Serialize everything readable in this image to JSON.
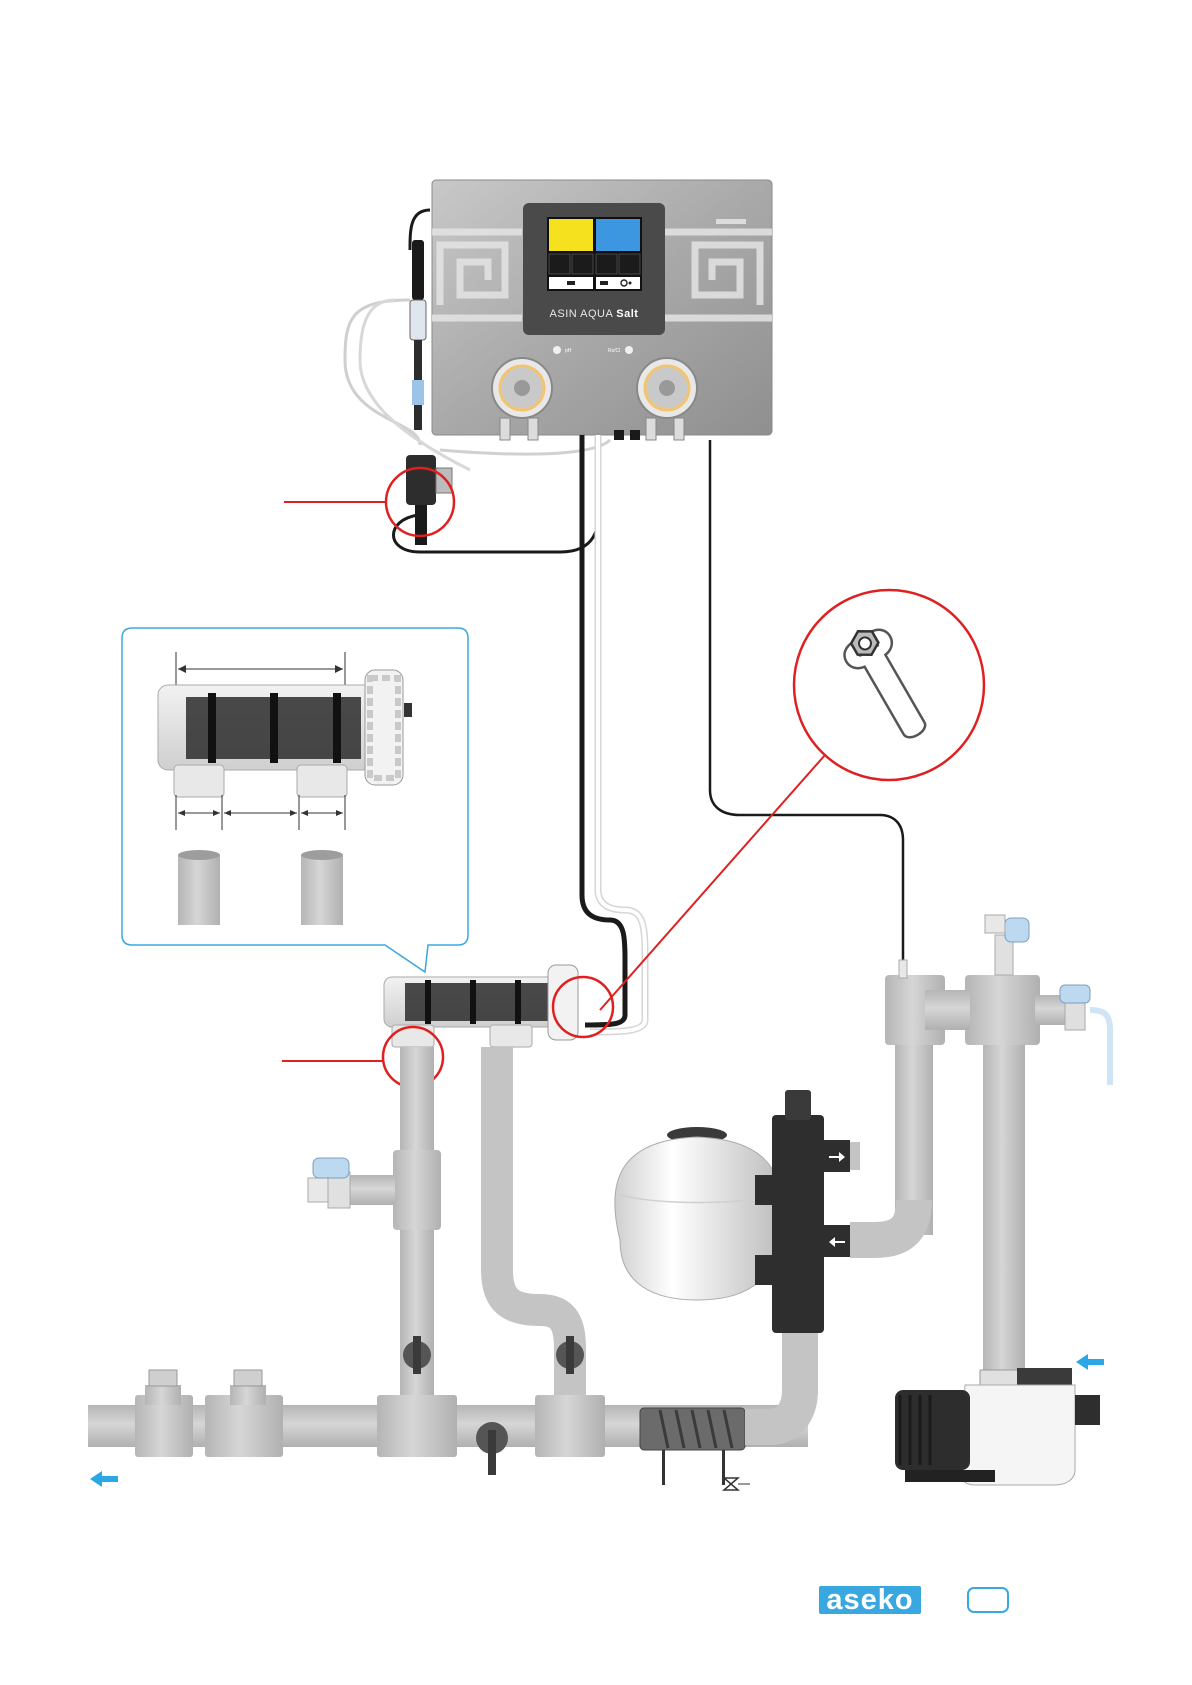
{
  "unit": {
    "brand_prefix": "ASIN AQUA",
    "brand_suffix": "Salt",
    "screen_tiles": [
      "#f5e11e",
      "#3d96e0",
      "#111111",
      "#111111",
      "#111111",
      "#111111"
    ],
    "pump_left_label": "pH",
    "pump_right_label": "Rx/Cl"
  },
  "footer": {
    "logo_text": "aseko",
    "logo_color": "#3aa8e0"
  },
  "colors": {
    "highlight_circle": "#e02020",
    "inset_border": "#3aa8e0",
    "flow_arrow": "#2aa8e6",
    "pipe": "#c4c4c4",
    "cable": "#1a1a1a"
  },
  "icons": [
    "wrench-icon",
    "flow-arrow-left-icon",
    "flow-arrow-in-icon"
  ]
}
